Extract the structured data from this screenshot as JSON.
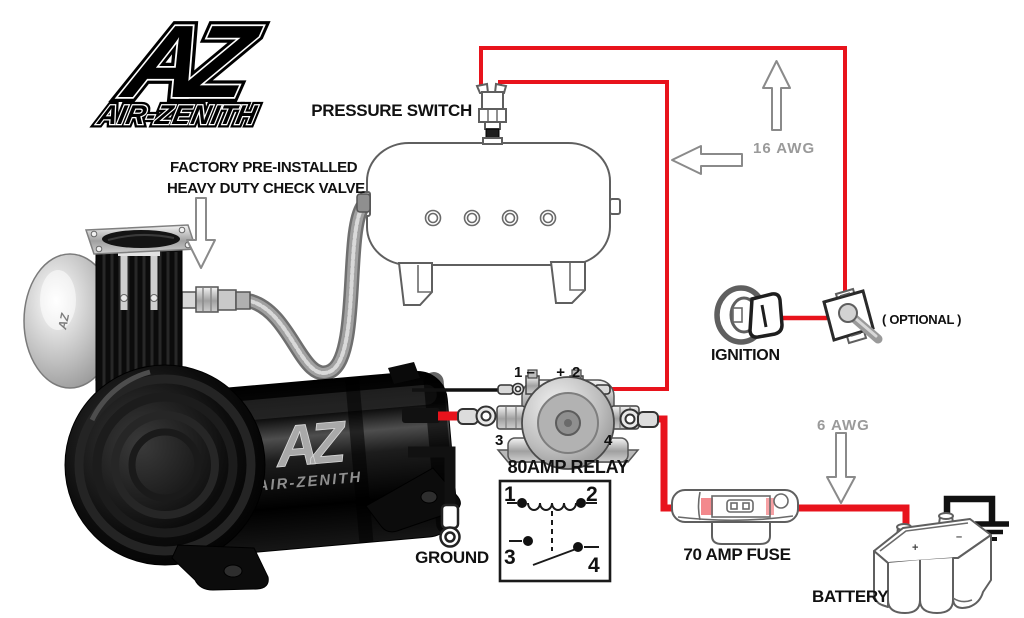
{
  "logo": {
    "main": "AZ",
    "sub": "AIR-ZENITH"
  },
  "labels": {
    "pressure_switch": "PRESSURE SWITCH",
    "check_valve_line1": "FACTORY PRE-INSTALLED",
    "check_valve_line2": "HEAVY DUTY CHECK VALVE",
    "wire_gauge_16": "16 AWG",
    "wire_gauge_6": "6 AWG",
    "ignition": "IGNITION",
    "optional": "( OPTIONAL )",
    "relay": "80AMP RELAY",
    "ground": "GROUND",
    "fuse": "70 AMP FUSE",
    "battery": "BATTERY"
  },
  "relay_terminals": {
    "left": "1 –",
    "right_sign": "+",
    "right_num": "2",
    "big_left": "3",
    "big_right": "4"
  },
  "relay_schematic": {
    "p1": "1",
    "p2": "2",
    "p3": "3",
    "p4": "4"
  },
  "compressor_branding": {
    "main": "AZ",
    "sub": "AIR-ZENITH",
    "filter": "AZ"
  },
  "battery_marks": {
    "plus": "+",
    "minus": "–"
  },
  "colors": {
    "wire_hot": "#e8131c",
    "wire_ground": "#111111",
    "sketch_outline": "#5f5f5f",
    "gauge_label_gray": "#9a9a9a"
  }
}
